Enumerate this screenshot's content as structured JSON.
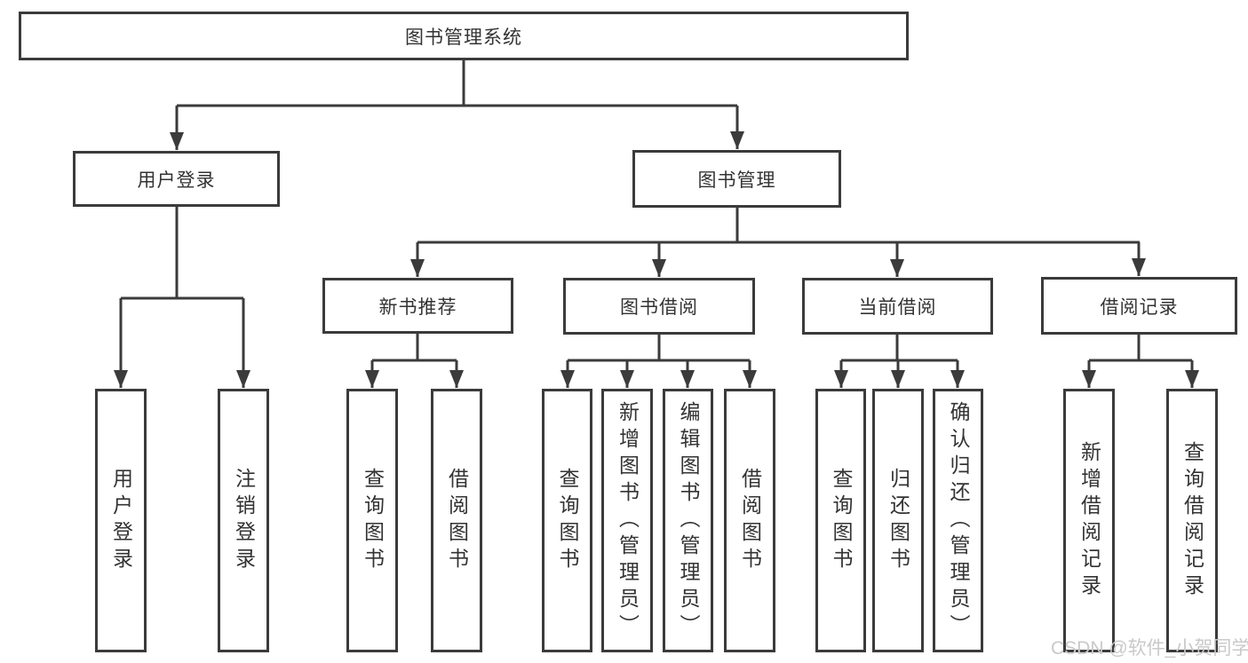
{
  "diagram": {
    "root": {
      "label": "图书管理系统"
    },
    "level2": [
      {
        "label": "用户登录",
        "children": [
          "用户登录",
          "注销登录"
        ]
      },
      {
        "label": "图书管理",
        "children": [
          {
            "label": "新书推荐",
            "children": [
              "查询图书",
              "借阅图书"
            ]
          },
          {
            "label": "图书借阅",
            "children": [
              "查询图书",
              "新增图书（管理员）",
              "编辑图书（管理员）",
              "借阅图书"
            ]
          },
          {
            "label": "当前借阅",
            "children": [
              "查询图书",
              "归还图书",
              "确认归还（管理员）"
            ]
          },
          {
            "label": "借阅记录",
            "children": [
              "新增借阅记录",
              "查询借阅记录"
            ]
          }
        ]
      }
    ],
    "watermark": "CSDN @软件_小贺同学",
    "colors": {
      "line": "#3b3b3b",
      "box_border": "#3b3b3b",
      "box_background": "#ffffff",
      "text": "#333333",
      "watermark_text": "#c9c9c9",
      "background": "#ffffff"
    }
  }
}
